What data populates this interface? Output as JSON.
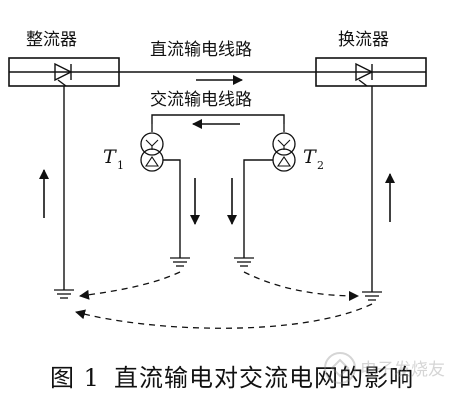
{
  "labels": {
    "rectifier": "整流器",
    "inverter": "换流器",
    "dc_line": "直流输电线路",
    "ac_line": "交流输电线路",
    "t1_main": "T",
    "t1_sub": "1",
    "t2_main": "T",
    "t2_sub": "2"
  },
  "caption": {
    "number": "图 1",
    "title": "直流输电对交流电网的影响"
  },
  "watermark": {
    "text": "电子发烧友"
  },
  "colors": {
    "ink": "#111111",
    "background": "#ffffff"
  }
}
